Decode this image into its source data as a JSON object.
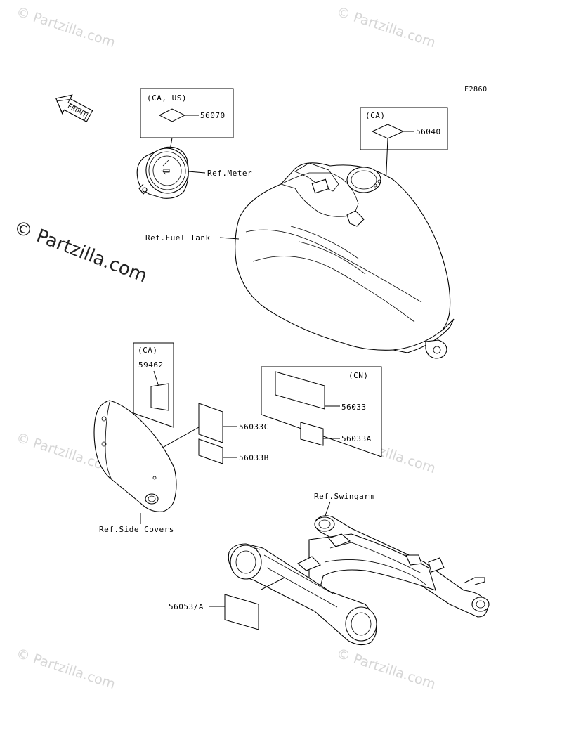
{
  "figure_code": "F2860",
  "front_arrow_label": "FRONT",
  "watermark": {
    "brand": "© Partzilla.com"
  },
  "callouts": {
    "meter_region": "(CA, US)",
    "tank_region": "(CA)",
    "side_cover_region": "(CA)",
    "cn_region": "(CN)"
  },
  "parts": {
    "meter_label": "56070",
    "tank_label": "56040",
    "side_cover_label": "59462",
    "label_56033": "56033",
    "label_56033a": "56033A",
    "label_56033c": "56033C",
    "label_56033b": "56033B",
    "swingarm_label": "56053/A"
  },
  "references": {
    "meter": "Ref.Meter",
    "fuel_tank": "Ref.Fuel Tank",
    "side_covers": "Ref.Side Covers",
    "swingarm": "Ref.Swingarm"
  }
}
